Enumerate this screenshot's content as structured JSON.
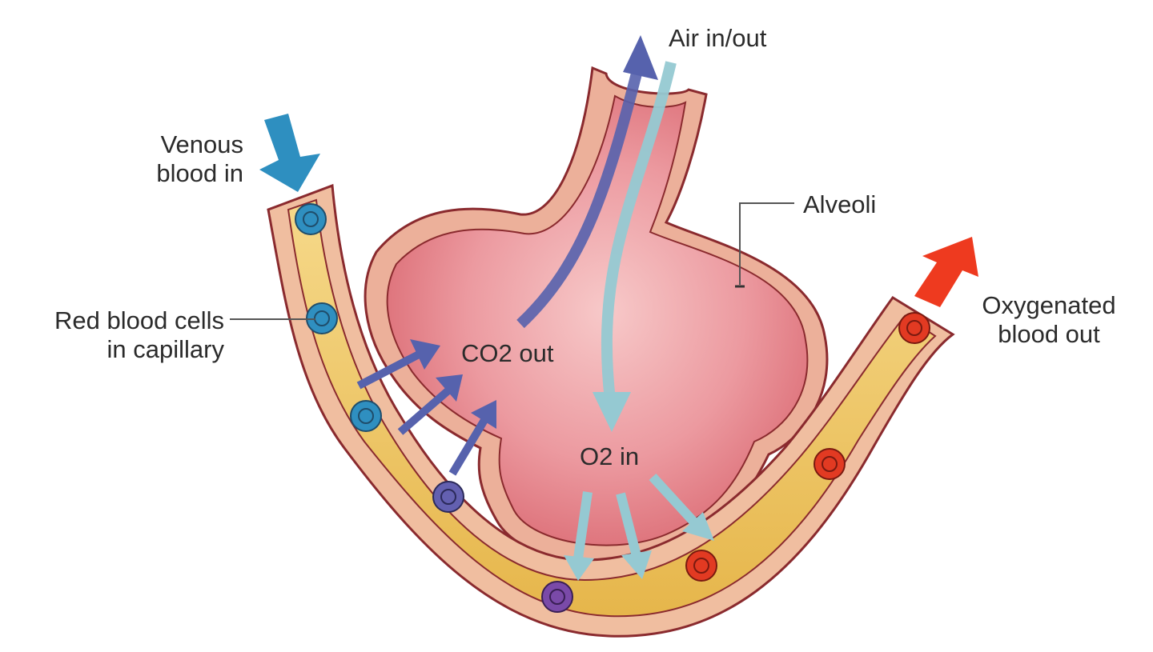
{
  "labels": {
    "air": "Air in/out",
    "venous": [
      "Venous",
      "blood in"
    ],
    "alveoli": "Alveoli",
    "oxygenated": [
      "Oxygenated",
      "blood out"
    ],
    "rbc": [
      "Red blood cells",
      "in capillary"
    ],
    "co2": "CO2 out",
    "o2": "O2 in"
  },
  "colors": {
    "venous_arrow": "#2e8fc0",
    "oxygenated_arrow": "#ee3a1f",
    "co2_arrow": "#5662ad",
    "o2_arrow": "#95c9d2",
    "alveolus_fill": "#e8868e",
    "alveolus_wall": "#ecb09a",
    "outline": "#8a2a2e",
    "capillary_fill": "#f0c863",
    "capillary_wall": "#f0bea0",
    "deoxygenated_cell": "#2f8fc0",
    "transitional_cell": "#6b4fa8",
    "oxygenated_cell": "#e23a22"
  },
  "icons": [
    "venous-blood-arrow-icon",
    "oxygenated-blood-arrow-icon",
    "co2-out-arrow-icon",
    "o2-in-arrow-icon",
    "red-blood-cell-icon"
  ]
}
